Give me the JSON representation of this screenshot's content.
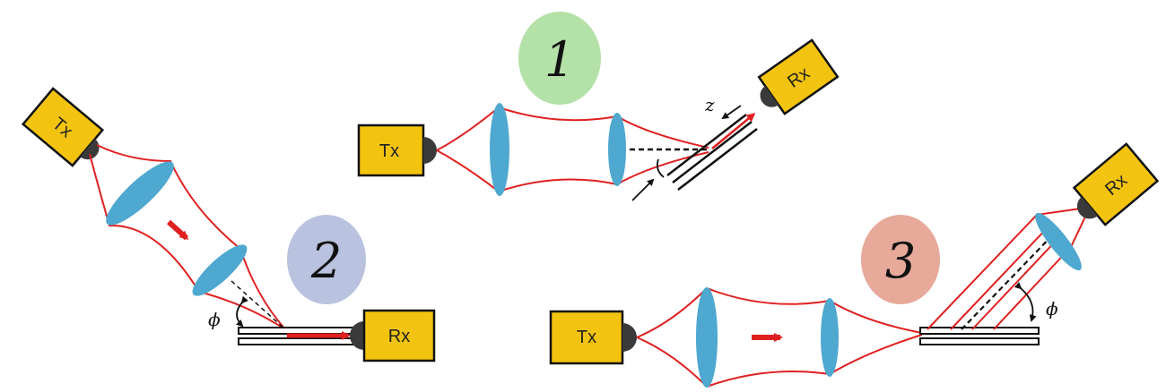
{
  "colors": {
    "box_fill": "#f2c40f",
    "box_stroke": "#111111",
    "lens": "#4ea8cf",
    "beam": "#e02020",
    "detector": "#3a3a3a",
    "badge1": "#b4e1a8",
    "badge2": "#b9c2de",
    "badge3": "#e6a99a"
  },
  "setup1": {
    "badge": "1",
    "tx": "Tx",
    "rx": "Rx",
    "z_label": "z"
  },
  "setup2": {
    "badge": "2",
    "tx": "Tx",
    "rx": "Rx",
    "angle_label": "ϕ"
  },
  "setup3": {
    "badge": "3",
    "tx": "Tx",
    "rx": "Rx",
    "angle_label": "ϕ"
  }
}
